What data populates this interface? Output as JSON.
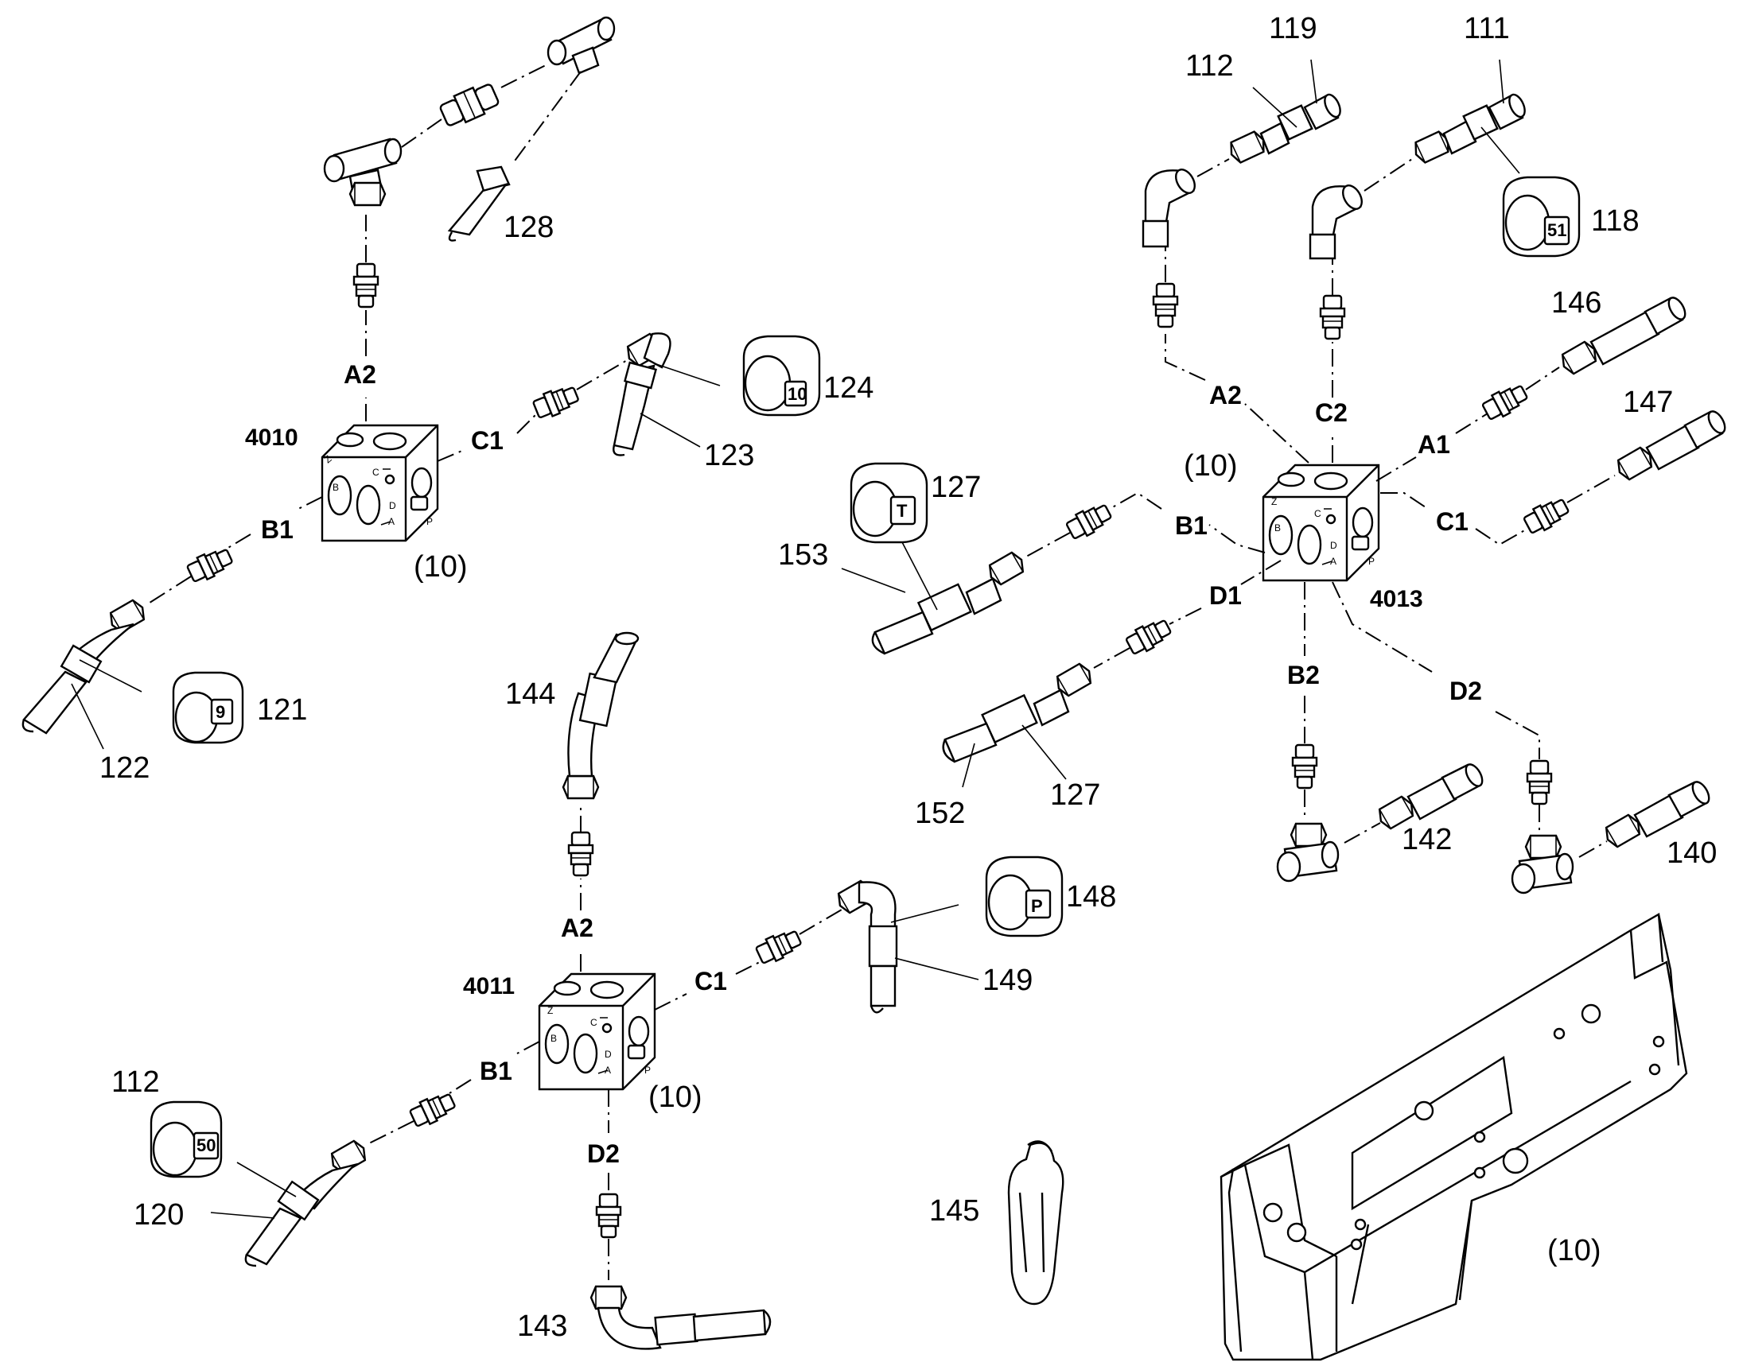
{
  "blocks": [
    {
      "id": "4010",
      "label": "4010",
      "qty": "(10)"
    },
    {
      "id": "4011",
      "label": "4011",
      "qty": "(10)"
    },
    {
      "id": "4013",
      "label": "4013",
      "qty": "(10)"
    }
  ],
  "ports": {
    "b4010": {
      "a2": "A2",
      "b1": "B1",
      "c1": "C1"
    },
    "b4011": {
      "a2": "A2",
      "b1": "B1",
      "c1": "C1",
      "d2": "D2"
    },
    "b4013": {
      "a2": "A2",
      "c2": "C2",
      "a1": "A1",
      "b1": "B1",
      "c1": "C1",
      "d1": "D1",
      "b2": "B2",
      "d2": "D2"
    }
  },
  "callouts": {
    "p111": "111",
    "p112a": "112",
    "p112b": "112",
    "p118": "118",
    "p119": "119",
    "p120": "120",
    "p121": "121",
    "p122": "122",
    "p123": "123",
    "p124": "124",
    "p127a": "127",
    "p127b": "127",
    "p128": "128",
    "p140": "140",
    "p142": "142",
    "p143": "143",
    "p144": "144",
    "p145": "145",
    "p146": "146",
    "p147": "147",
    "p148": "148",
    "p149": "149",
    "p152": "152",
    "p153": "153"
  },
  "ring_tags": {
    "t118": "51",
    "t124": "10",
    "t121": "9",
    "t127": "T",
    "t148": "P",
    "t112": "50"
  },
  "frame_qty": "(10)"
}
